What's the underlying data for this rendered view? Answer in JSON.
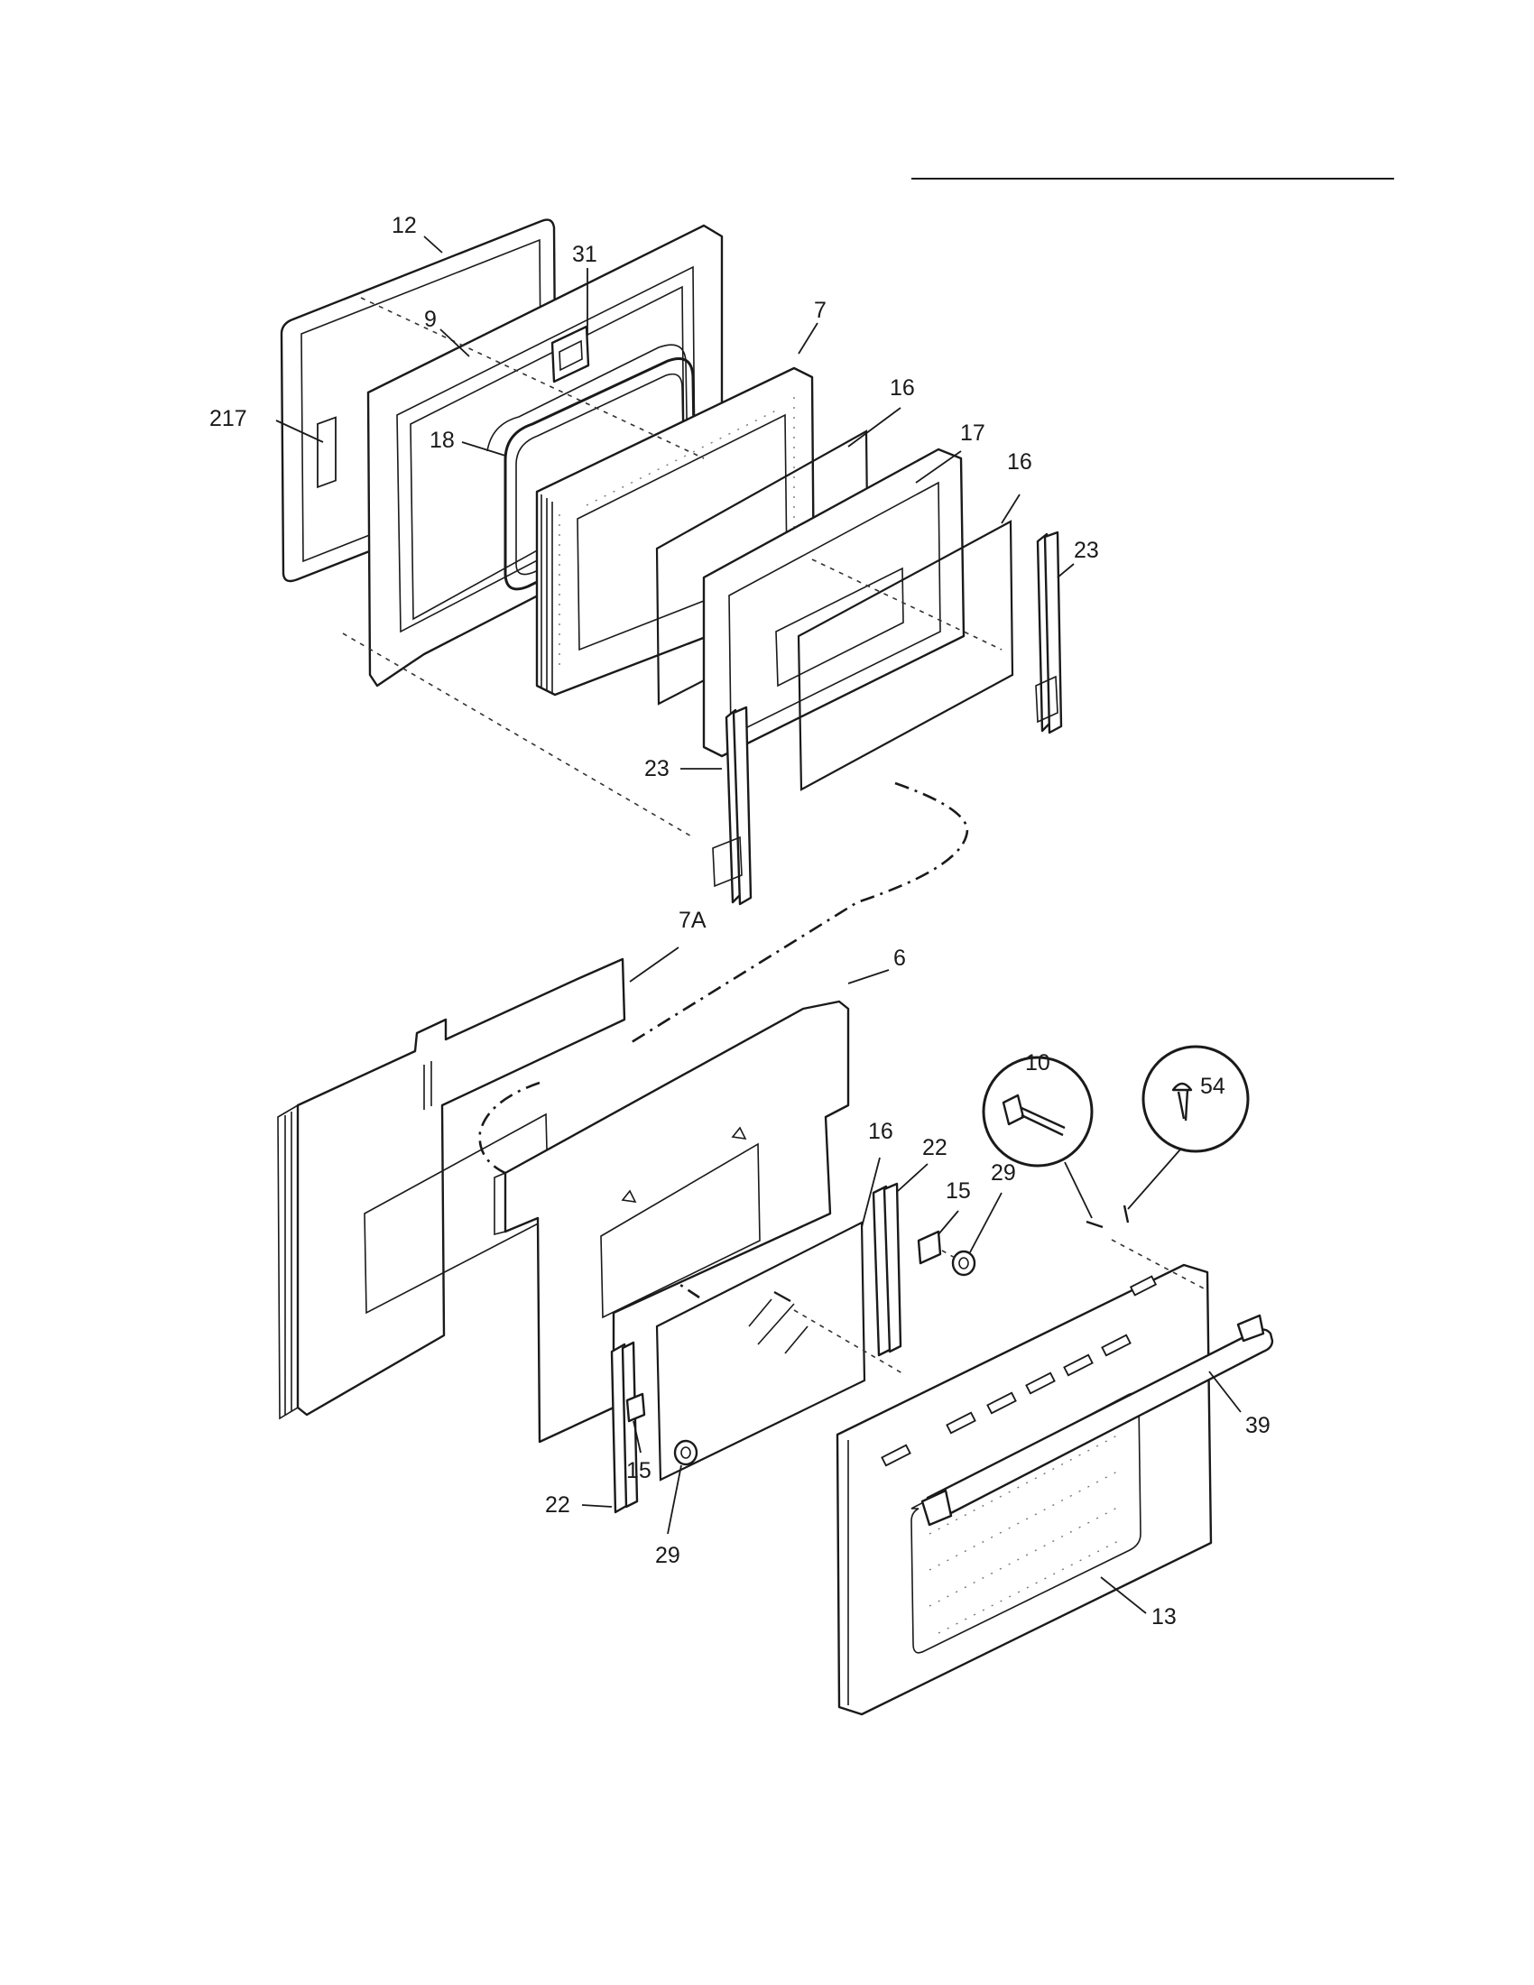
{
  "parts": {
    "p12": "12",
    "p31": "31",
    "p9": "9",
    "p7": "7",
    "p217": "217",
    "p18": "18",
    "p16_top_a": "16",
    "p17": "17",
    "p16_top_b": "16",
    "p23_right": "23",
    "p23_left": "23",
    "p7A": "7A",
    "p6": "6",
    "p10": "10",
    "p54": "54",
    "p16_lower": "16",
    "p22_upper": "22",
    "p15_upper": "15",
    "p29_upper": "29",
    "p39": "39",
    "p15_lower": "15",
    "p22_lower": "22",
    "p29_lower": "29",
    "p13": "13"
  }
}
